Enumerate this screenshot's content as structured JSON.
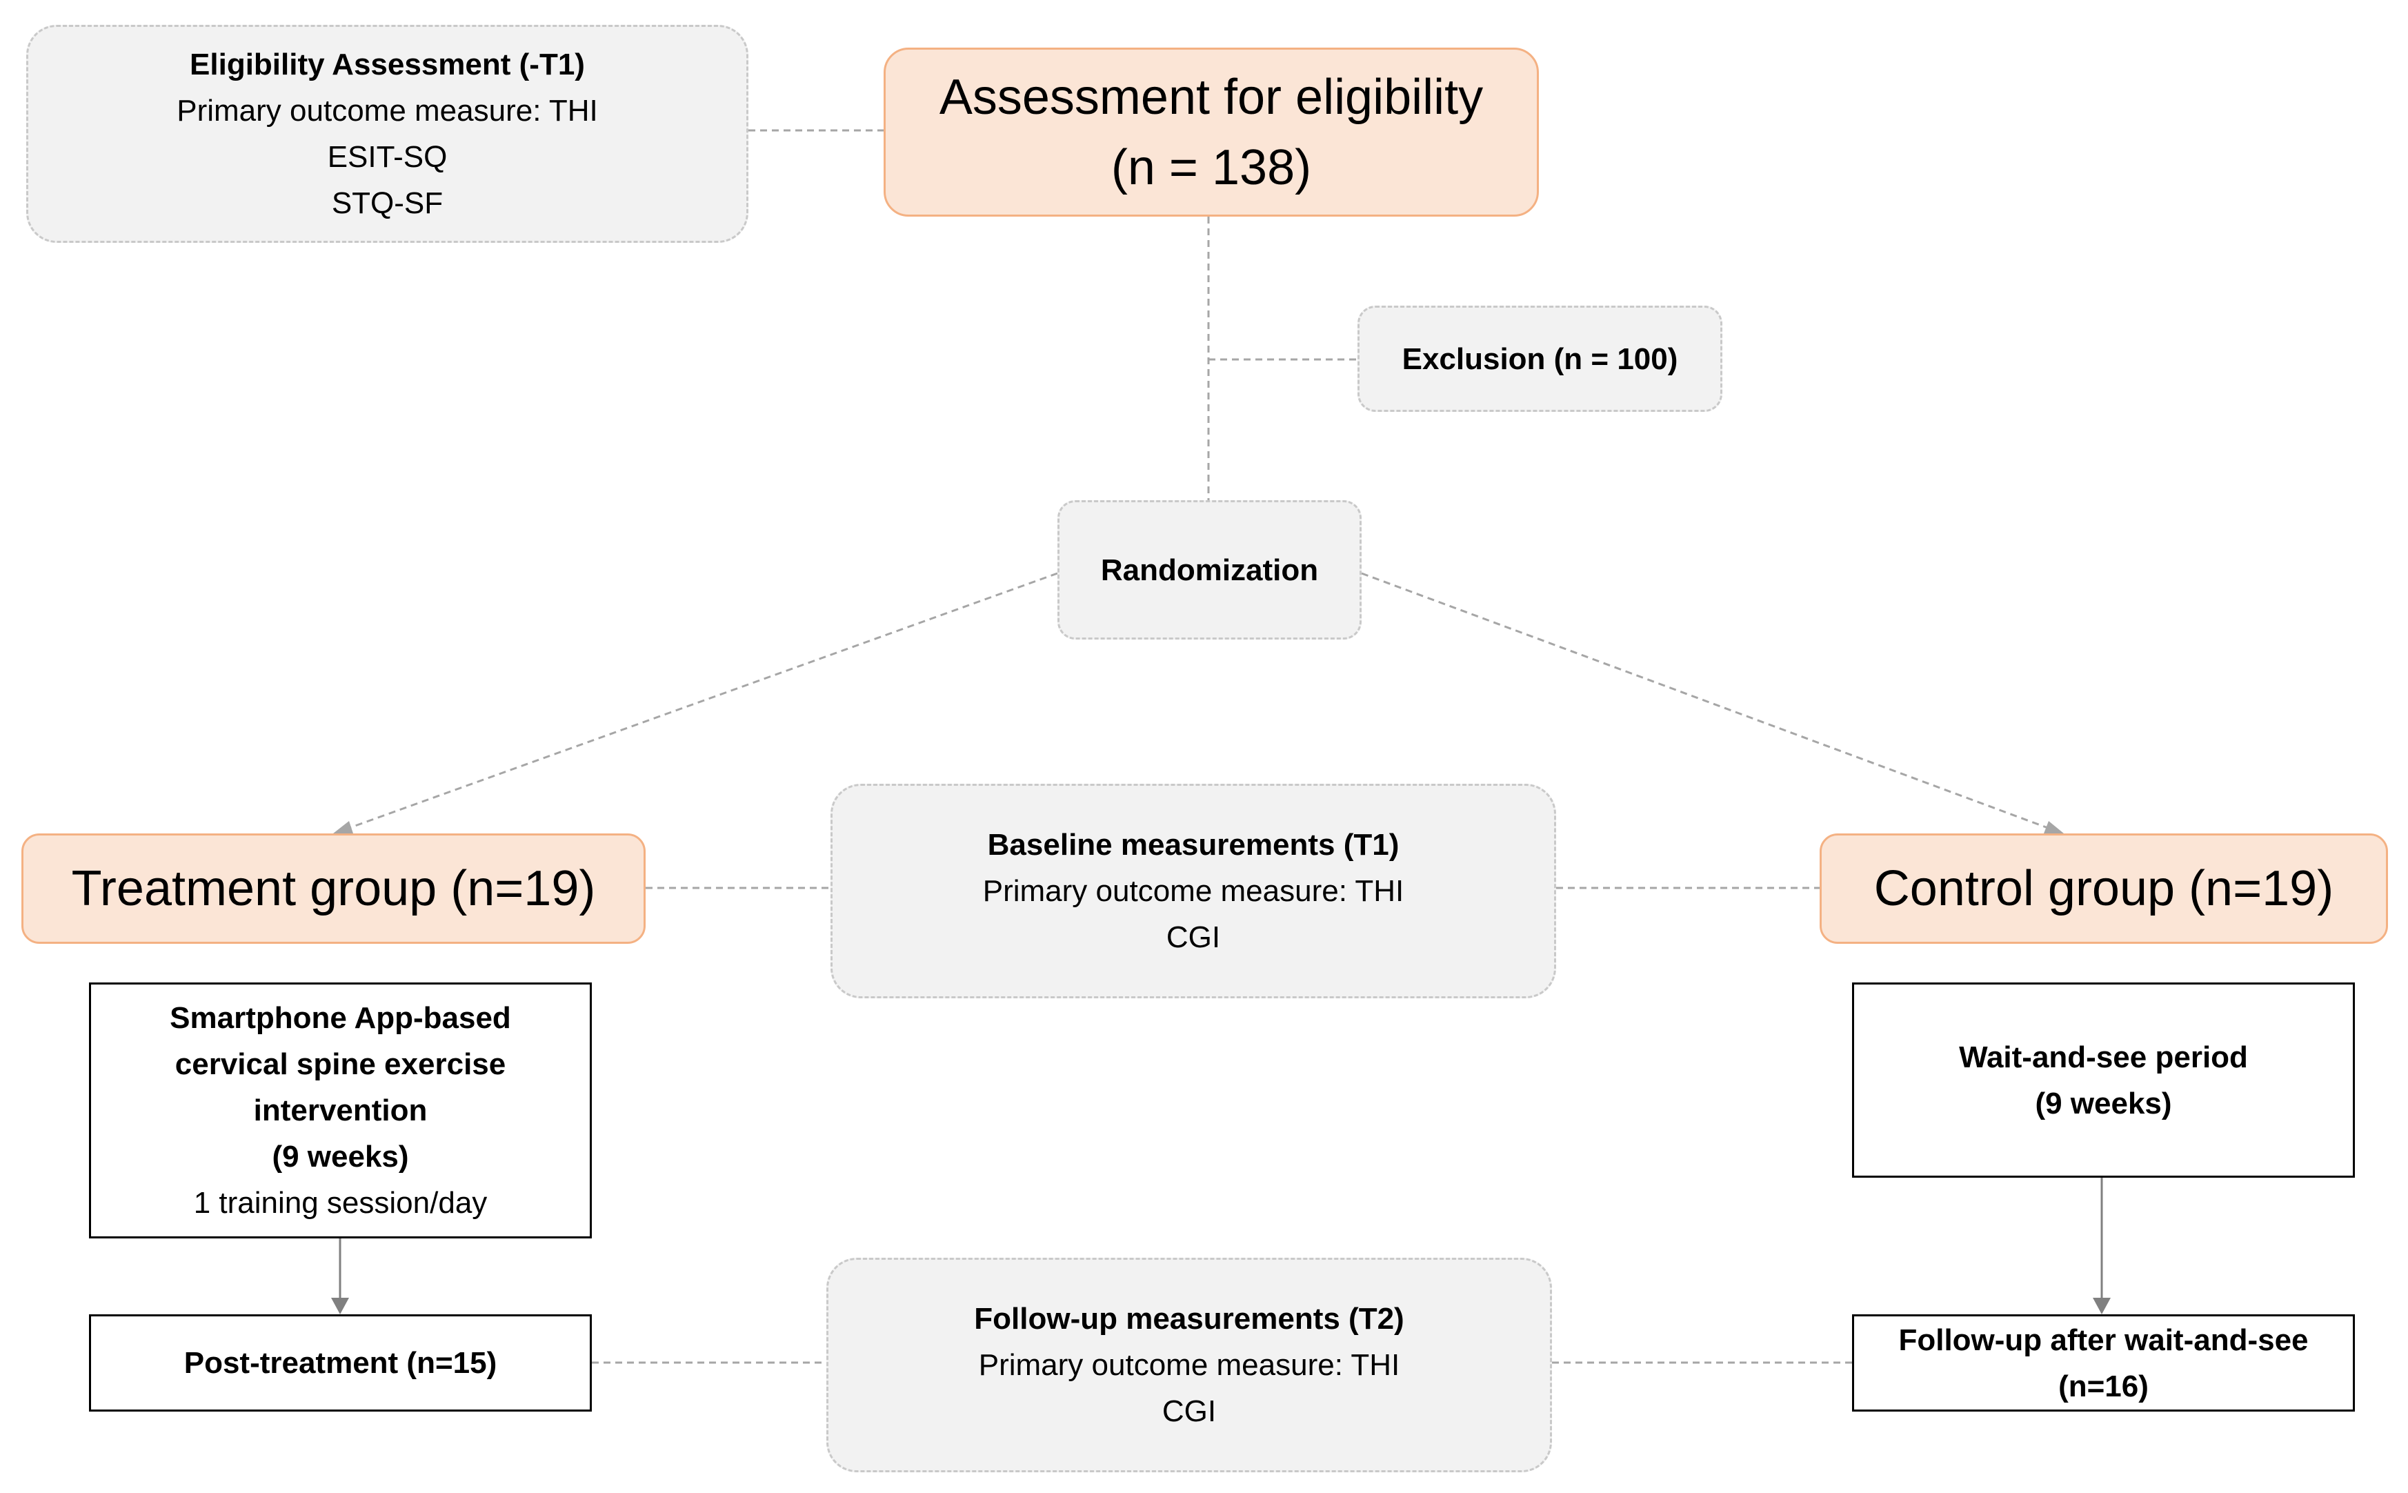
{
  "eligibility_measures": {
    "title": "Eligibility Assessment (-T1)",
    "primary": "Primary outcome measure: THI",
    "measure2": "ESIT-SQ",
    "measure3": "STQ-SF"
  },
  "assessment": {
    "title": "Assessment for eligibility",
    "count": "(n = 138)"
  },
  "exclusion": {
    "label": "Exclusion (n = 100)"
  },
  "randomization": {
    "label": "Randomization"
  },
  "treatment_group": {
    "label": "Treatment group (n=19)"
  },
  "baseline": {
    "title": "Baseline measurements (T1)",
    "primary": "Primary outcome measure: THI",
    "measure2": "CGI"
  },
  "control_group": {
    "label": "Control group (n=19)"
  },
  "intervention": {
    "line1": "Smartphone App-based",
    "line2": "cervical spine exercise",
    "line3": "intervention",
    "duration": "(9 weeks)",
    "frequency": "1 training session/day"
  },
  "wait_period": {
    "title": "Wait-and-see period",
    "duration": "(9 weeks)"
  },
  "post_treatment": {
    "label": "Post-treatment (n=15)"
  },
  "follow_up": {
    "title": "Follow-up measurements (T2)",
    "primary": "Primary outcome measure: THI",
    "measure2": "CGI"
  },
  "follow_up_wait": {
    "line1": "Follow-up after wait-and-see",
    "line2": "(n=16)"
  },
  "colors": {
    "gray_fill": "#f2f2f2",
    "gray_border": "#c9c9c9",
    "orange_fill": "#fbe5d6",
    "orange_border": "#f4b183",
    "connector": "#a6a6a6",
    "arrow": "#808080"
  }
}
